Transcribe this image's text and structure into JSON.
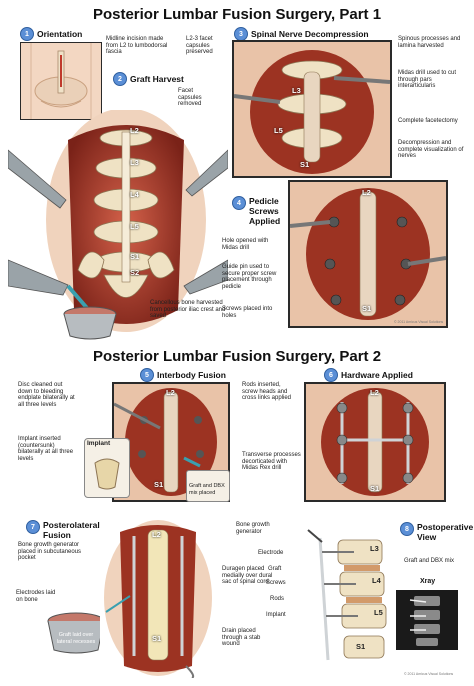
{
  "part1": {
    "title": "Posterior Lumbar Fusion Surgery, Part 1",
    "steps": [
      {
        "num": "1",
        "label": "Orientation"
      },
      {
        "num": "2",
        "label": "Graft Harvest"
      },
      {
        "num": "3",
        "label": "Spinal Nerve Decompression"
      },
      {
        "num": "4",
        "label": "Pedicle Screws Applied"
      }
    ],
    "notes": {
      "midline_incision": "Midline incision made from L2 to lumbodorsal fascia",
      "facet_capsules_removed": "Facet capsules removed",
      "l23_facet": "L2-3 facet capsules preserved",
      "spinous": "Spinous processes and lamina harvested",
      "midas": "Midas drill used to cut through pars interarticularis",
      "facetectomy": "Complete facetectomy",
      "decompression": "Decompression and complete visualization of nerves",
      "hole": "Hole opened with Midas drill",
      "guide_pin": "Guide pin used to secure proper screw placement through pedicle",
      "screws_placed": "Screws placed into holes",
      "cancellous": "Cancellous bone harvested from posterior iliac crest and saved"
    },
    "levels_main": [
      "L2",
      "L3",
      "L4",
      "L5",
      "S1",
      "S2"
    ],
    "levels_p3": [
      "L3",
      "L5",
      "S1"
    ],
    "levels_p4": [
      "L2",
      "S1"
    ],
    "copyright": "© 2011 Amicus Visual Solutions"
  },
  "part2": {
    "title": "Posterior Lumbar Fusion Surgery, Part 2",
    "steps": [
      {
        "num": "5",
        "label": "Interbody Fusion"
      },
      {
        "num": "6",
        "label": "Hardware Applied"
      },
      {
        "num": "7",
        "label": "Posterolateral Fusion"
      },
      {
        "num": "8",
        "label": "Postoperative View"
      }
    ],
    "notes": {
      "disc": "Disc cleaned out down to bleeding endplate bilaterally at all three levels",
      "implant_inserted": "Implant inserted (countersunk) bilaterally at all three levels",
      "implant": "Implant",
      "graft_dbx": "Graft and DBX mix placed",
      "rods": "Rods inserted, screw heads and cross links applied",
      "transverse": "Transverse processes decorticated with Midas Rex drill",
      "bone_growth_placed": "Bone growth generator placed in subcutaneous pocket",
      "electrodes": "Electrodes laid on bone",
      "graft_laid": "Graft laid over lateral recesses",
      "duragen": "Duragen placed medially over dural sac of spinal cord",
      "drain": "Drain placed through a stab wound",
      "bone_growth": "Bone growth generator",
      "electrode": "Electrode",
      "graft": "Graft",
      "screws": "Screws",
      "rods_lbl": "Rods",
      "implant_lbl": "Implant",
      "graft_dbx_mix": "Graft and DBX mix",
      "xray": "Xray"
    },
    "levels_p5": [
      "L2",
      "S1"
    ],
    "levels_p6": [
      "L2",
      "S1"
    ],
    "levels_p7": [
      "L2",
      "S1"
    ],
    "levels_p8": [
      "L3",
      "L4",
      "L5",
      "S1"
    ],
    "copyright": "© 2011 Amicus Visual Solutions"
  },
  "colors": {
    "tissue": "#b8452f",
    "tissue_dark": "#7a2218",
    "bone": "#efe2c4",
    "accent_badge": "#5b8fd6"
  }
}
